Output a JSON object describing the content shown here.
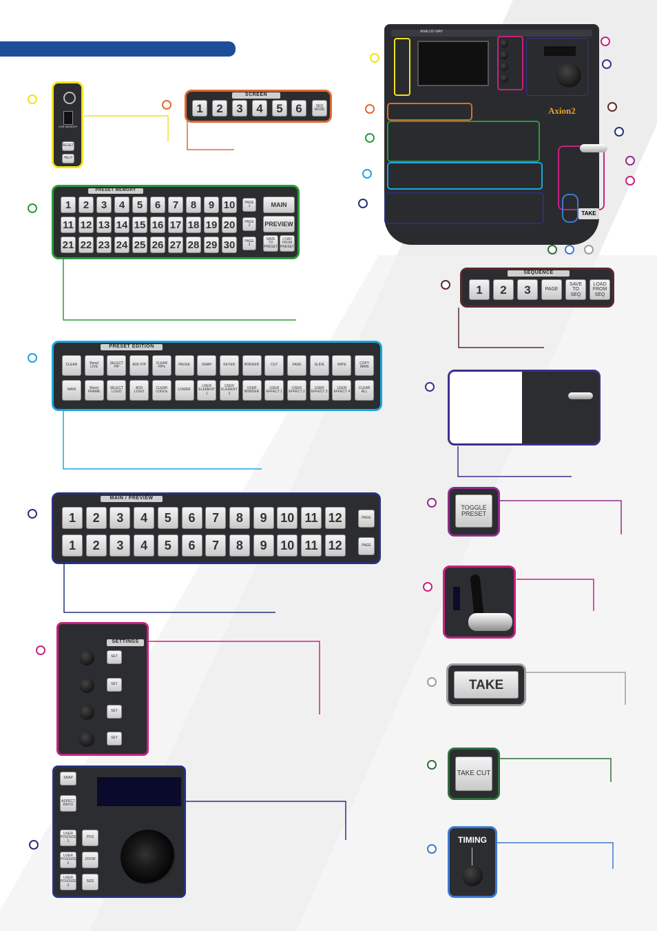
{
  "screen_panel": {
    "title": "SCREEN",
    "keys": [
      "1",
      "2",
      "3",
      "4",
      "5",
      "6"
    ],
    "mode_key": "SEQ MODE"
  },
  "preset_memory": {
    "title": "PRESET MEMORY",
    "row1": [
      "1",
      "2",
      "3",
      "4",
      "5",
      "6",
      "7",
      "8",
      "9",
      "10"
    ],
    "row2": [
      "11",
      "12",
      "13",
      "14",
      "15",
      "16",
      "17",
      "18",
      "19",
      "20"
    ],
    "row3": [
      "21",
      "22",
      "23",
      "24",
      "25",
      "26",
      "27",
      "28",
      "29",
      "30"
    ],
    "pages": [
      "PAGE 1",
      "PAGE 2",
      "PAGE 3"
    ],
    "main": "MAIN",
    "preview": "PREVIEW",
    "save": "SAVE TO PRESET",
    "load": "LOAD FROM PRESET"
  },
  "sequence": {
    "title": "SEQUENCE",
    "keys": [
      "1",
      "2",
      "3",
      "PAGE",
      "SAVE TO SEQ",
      "LOAD FROM SEQ"
    ]
  },
  "preset_edition": {
    "title": "PRESET EDITION",
    "row1": [
      "CLEAR",
      "Blend LIVE",
      "SELECT PIP",
      "ADD PIP",
      "CLEAR PIPs",
      "PAUSE",
      "SWAP",
      "KEYER",
      "BORDER",
      "CUT",
      "FADE",
      "SLIDE",
      "WIPE",
      "COPY MAIN"
    ],
    "row2": [
      "MAIN",
      "Blend FRAME",
      "SELECT LOGO",
      "ADD LOGO",
      "CLEAR LOGOs",
      "LOWER",
      "USER ELEMENT 1",
      "USER ELEMENT 2",
      "USER BORDER",
      "USER EFFECT 1",
      "USER EFFECT 2",
      "USER EFFECT 3",
      "USER EFFECT 4",
      "CLEAR ALL"
    ]
  },
  "main_preview": {
    "title": "MAIN / PREVIEW",
    "keys": [
      "1",
      "2",
      "3",
      "4",
      "5",
      "6",
      "7",
      "8",
      "9",
      "10",
      "11",
      "12"
    ],
    "page": "PAGE"
  },
  "toggle_preset": "TOGGLE PRESET",
  "take": "TAKE",
  "take_cut": "TAKE CUT",
  "timing": "TIMING",
  "settings": {
    "title": "SETTINGS",
    "set": "SET"
  },
  "joystick": {
    "snap": "SNAP",
    "aspect": "ASPECT RATIO",
    "user1": "USER POS/SIZE 1",
    "user2": "USER POS/SIZE 2",
    "user3": "USER POS/SIZE 3",
    "pos": "POS",
    "zoom": "ZOOM",
    "size": "SIZE"
  },
  "usb": {
    "label": "USB MEMORY",
    "btn1": "RESET",
    "btn2": "HELP"
  },
  "device": {
    "brand": "ANALOG WAY",
    "model": "Axion2"
  },
  "colors": {
    "yellow": "#f2e21d",
    "orange": "#e2692a",
    "green": "#2a9a3c",
    "cyan": "#1aa6df",
    "navy": "#27317a",
    "magenta": "#c7227f",
    "purple": "#8e2b8c",
    "indigo": "#3a2f8c",
    "brown": "#5a2a2a",
    "blue": "#3d7acf",
    "gray": "#9d9d9d",
    "dkgreen": "#2f6e3a",
    "header": "#1e4e9a"
  }
}
